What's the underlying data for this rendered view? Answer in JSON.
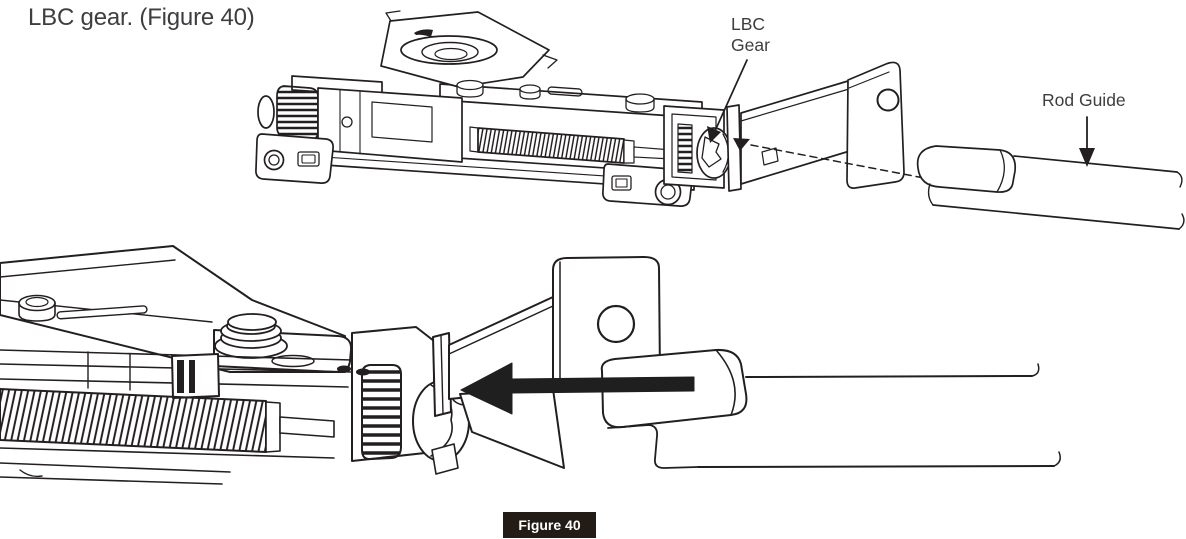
{
  "page": {
    "heading": "LBC gear. (Figure 40)",
    "figure_caption": "Figure 40"
  },
  "figure": {
    "labels": {
      "lbc_gear_line1": "LBC",
      "lbc_gear_line2": "Gear",
      "rod_guide": "Rod Guide"
    },
    "colors": {
      "line": "#231f20",
      "heading_text": "#3e3d40",
      "caption_bg": "#221b16",
      "caption_text": "#ffffff"
    }
  }
}
